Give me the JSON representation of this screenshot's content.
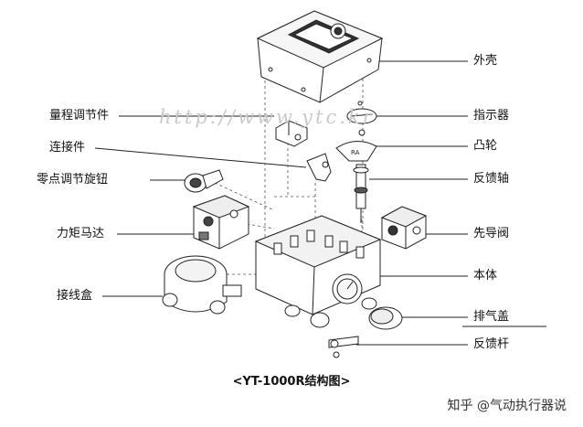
{
  "watermark": "http://www.ytc.kr",
  "left_labels": [
    "量程调节件",
    "连接件",
    "零点调节旋钮",
    "力矩马达",
    "接线盒"
  ],
  "right_labels": [
    "外壳",
    "指示器",
    "凸轮",
    "反馈轴",
    "先导阀",
    "本体",
    "排气盖",
    "反馈杆"
  ],
  "cam_mark": "RA",
  "caption": "<YT-1000R结构图>",
  "credit": "知乎 @气动执行器说"
}
